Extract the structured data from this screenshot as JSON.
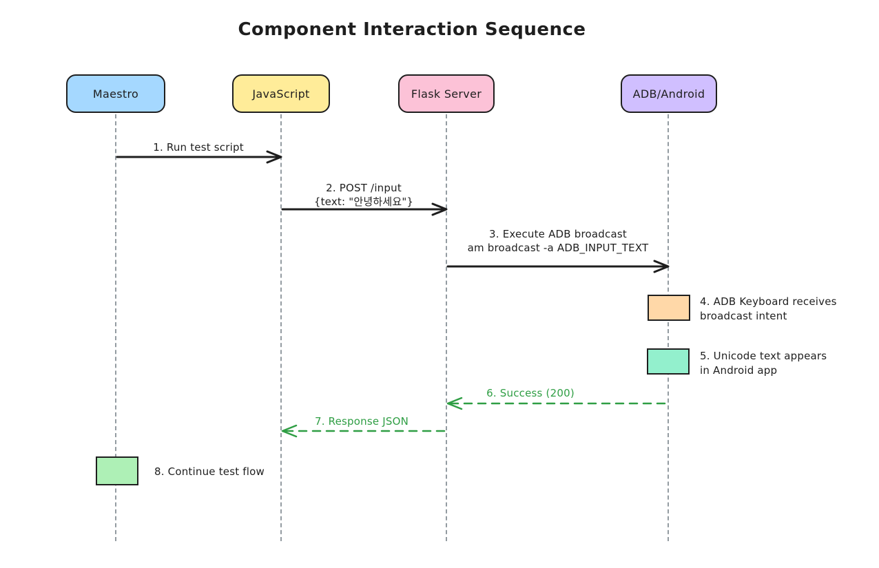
{
  "title": "Component Interaction Sequence",
  "colors": {
    "ink": "#1e1e1e",
    "lifeline_gray": "#939ba1",
    "success_green": "#2f9e44",
    "maestro_blue": "#a5d8ff",
    "javascript_yellow": "#ffec99",
    "flask_pink": "#fcc2d7",
    "adb_purple": "#d0bfff",
    "note4_orange": "#ffd8a8",
    "note5_teal": "#93f0cd",
    "note8_green": "#aef0b6",
    "background": "#ffffff"
  },
  "participants": [
    {
      "name": "Maestro",
      "color": "#a5d8ff"
    },
    {
      "name": "JavaScript",
      "color": "#ffec99"
    },
    {
      "name": "Flask Server",
      "color": "#fcc2d7"
    },
    {
      "name": "ADB/Android",
      "color": "#d0bfff"
    }
  ],
  "messages": [
    {
      "num": 1,
      "label": "1. Run test script",
      "label2": "",
      "from": "Maestro",
      "to": "JavaScript",
      "style": "solid",
      "color": "#1e1e1e"
    },
    {
      "num": 2,
      "label": "2. POST /input",
      "label2": "{text: \"안녕하세요\"}",
      "from": "JavaScript",
      "to": "Flask Server",
      "style": "solid",
      "color": "#1e1e1e"
    },
    {
      "num": 3,
      "label": "3. Execute ADB broadcast",
      "label2": "am broadcast -a ADB_INPUT_TEXT",
      "from": "Flask Server",
      "to": "ADB/Android",
      "style": "solid",
      "color": "#1e1e1e"
    },
    {
      "num": 6,
      "label": "6. Success (200)",
      "label2": "",
      "from": "ADB/Android",
      "to": "Flask Server",
      "style": "dashed",
      "color": "#2f9e44"
    },
    {
      "num": 7,
      "label": "7. Response JSON",
      "label2": "",
      "from": "Flask Server",
      "to": "JavaScript",
      "style": "dashed",
      "color": "#2f9e44"
    }
  ],
  "notes": [
    {
      "num": 4,
      "line1": "4. ADB Keyboard receives",
      "line2": "broadcast intent",
      "box_color": "#ffd8a8",
      "on": "ADB/Android"
    },
    {
      "num": 5,
      "line1": "5. Unicode text appears",
      "line2": "in Android app",
      "box_color": "#93f0cd",
      "on": "ADB/Android"
    },
    {
      "num": 8,
      "line1": "8. Continue test flow",
      "line2": "",
      "box_color": "#aef0b6",
      "on": "Maestro"
    }
  ]
}
